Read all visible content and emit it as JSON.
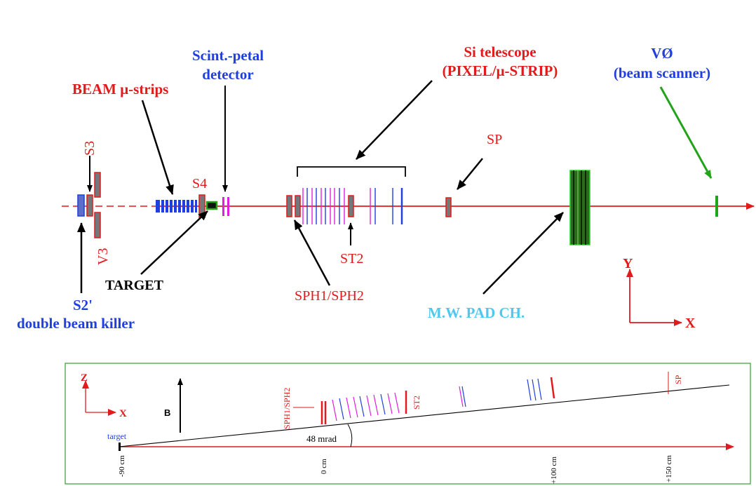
{
  "colors": {
    "red": "#e31a1c",
    "blue": "#1f3fe0",
    "black": "#000000",
    "green": "#22a31a",
    "magenta": "#e01ee0",
    "cyan": "#4fc8f0",
    "darkgreen": "#2d5a1b",
    "detector_fill": "#6e6e6e",
    "box_border": "#2fa02f"
  },
  "top": {
    "beam_mustrips": "BEAM μ-strips",
    "scint_line1": "Scint.-petal",
    "scint_line2": "detector",
    "si_line1": "Si telescope",
    "si_line2": "(PIXEL/μ-STRIP)",
    "v0_line1": "VØ",
    "v0_line2": "(beam scanner)",
    "s3": "S3",
    "v3": "V3",
    "s4": "S4",
    "sp": "SP",
    "st2": "ST2",
    "target": "TARGET",
    "sph": "SPH1/SPH2",
    "s2_line1": "S2'",
    "s2_line2": "double beam killer",
    "mwpad": "M.W. PAD CH.",
    "axis_y": "Y",
    "axis_x": "X"
  },
  "bottom": {
    "axis_z": "Z",
    "axis_x": "X",
    "b_label": "B",
    "target": "target",
    "sph": "SPH1/SPH2",
    "st2": "ST2",
    "sp": "SP",
    "angle": "48 mrad",
    "ticks": [
      "-90 cm",
      "0 cm",
      "+100 cm",
      "+150 cm"
    ]
  }
}
